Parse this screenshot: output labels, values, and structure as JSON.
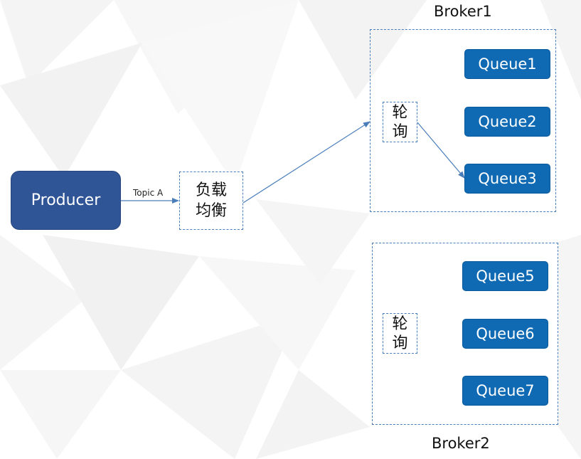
{
  "producer": {
    "label": "Producer"
  },
  "edge": {
    "label": "Topic A"
  },
  "load_balancer": {
    "line1": "负载",
    "line2": "均衡"
  },
  "brokers": [
    {
      "title": "Broker1",
      "round_robin": {
        "line1": "轮",
        "line2": "询"
      },
      "queues": [
        "Queue1",
        "Queue2",
        "Queue3"
      ]
    },
    {
      "title": "Broker2",
      "round_robin": {
        "line1": "轮",
        "line2": "询"
      },
      "queues": [
        "Queue5",
        "Queue6",
        "Queue7"
      ]
    }
  ],
  "colors": {
    "producer_fill": "#2f5597",
    "queue_fill": "#0f6ab3",
    "arrow": "#4a7ebb",
    "dashed_border": "#4a7ebb"
  }
}
